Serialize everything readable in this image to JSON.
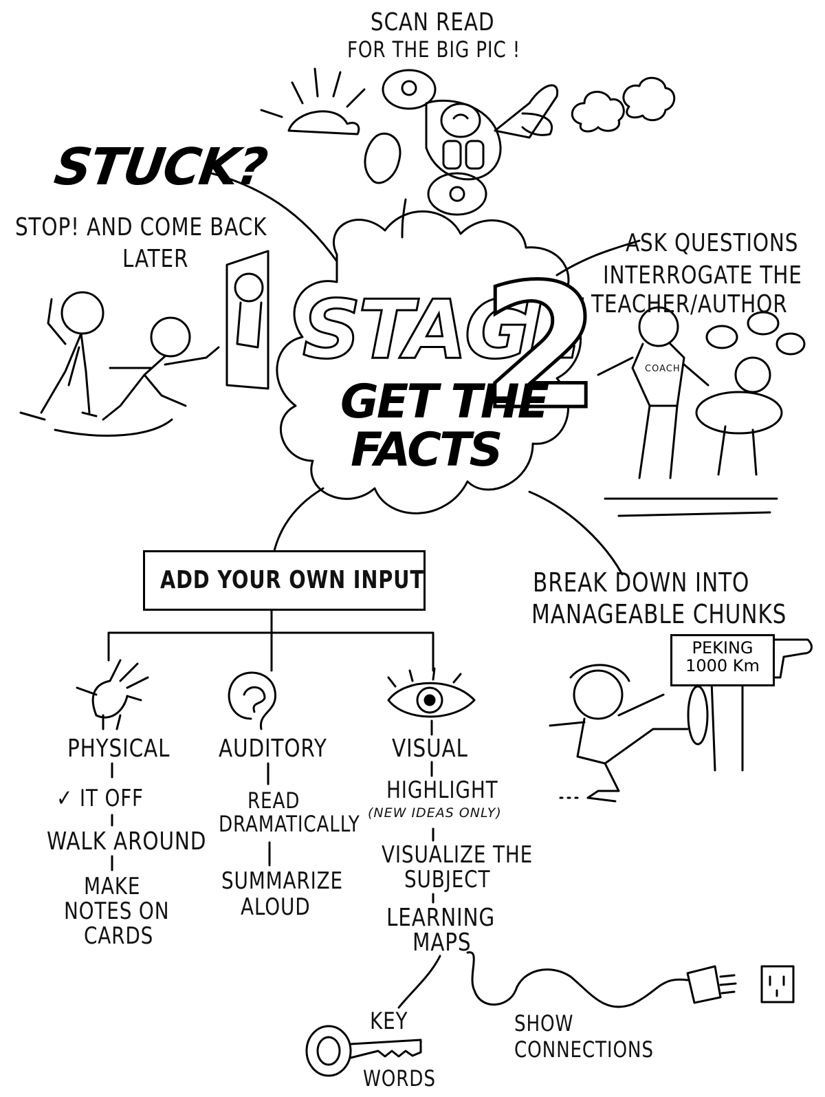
{
  "center": {
    "title": "STAGE",
    "number": "2",
    "subtitle_line1": "GET THE",
    "subtitle_line2": "FACTS"
  },
  "branches": {
    "scan": {
      "line1": "SCAN READ",
      "line2": "FOR THE BIG PIC !"
    },
    "stuck": {
      "heading": "STUCK?",
      "line1": "STOP! AND COME BACK",
      "line2": "LATER"
    },
    "ask": {
      "line1": "ASK QUESTIONS",
      "line2": "INTERROGATE THE",
      "line3": "TEACHER/AUTHOR",
      "shirt": "COACH"
    },
    "break_down": {
      "line1": "BREAK DOWN INTO",
      "line2": "MANAGEABLE CHUNKS",
      "sign_line1": "PEKING",
      "sign_line2": "1000 Km"
    },
    "input": {
      "label": "ADD YOUR OWN INPUT"
    }
  },
  "columns": {
    "physical": {
      "label": "PHYSICAL",
      "items": [
        "✓ IT OFF",
        "WALK AROUND",
        "MAKE",
        "NOTES ON",
        "CARDS"
      ]
    },
    "auditory": {
      "label": "AUDITORY",
      "items": [
        "READ",
        "DRAMATICALLY",
        "SUMMARIZE",
        "ALOUD"
      ]
    },
    "visual": {
      "label": "VISUAL",
      "items": [
        "HIGHLIGHT",
        "(NEW IDEAS ONLY)",
        "VISUALIZE THE",
        "SUBJECT",
        "LEARNING",
        "MAPS"
      ]
    }
  },
  "maps": {
    "key_words_1": "KEY",
    "key_words_2": "WORDS",
    "connections_1": "SHOW",
    "connections_2": "CONNECTIONS"
  }
}
